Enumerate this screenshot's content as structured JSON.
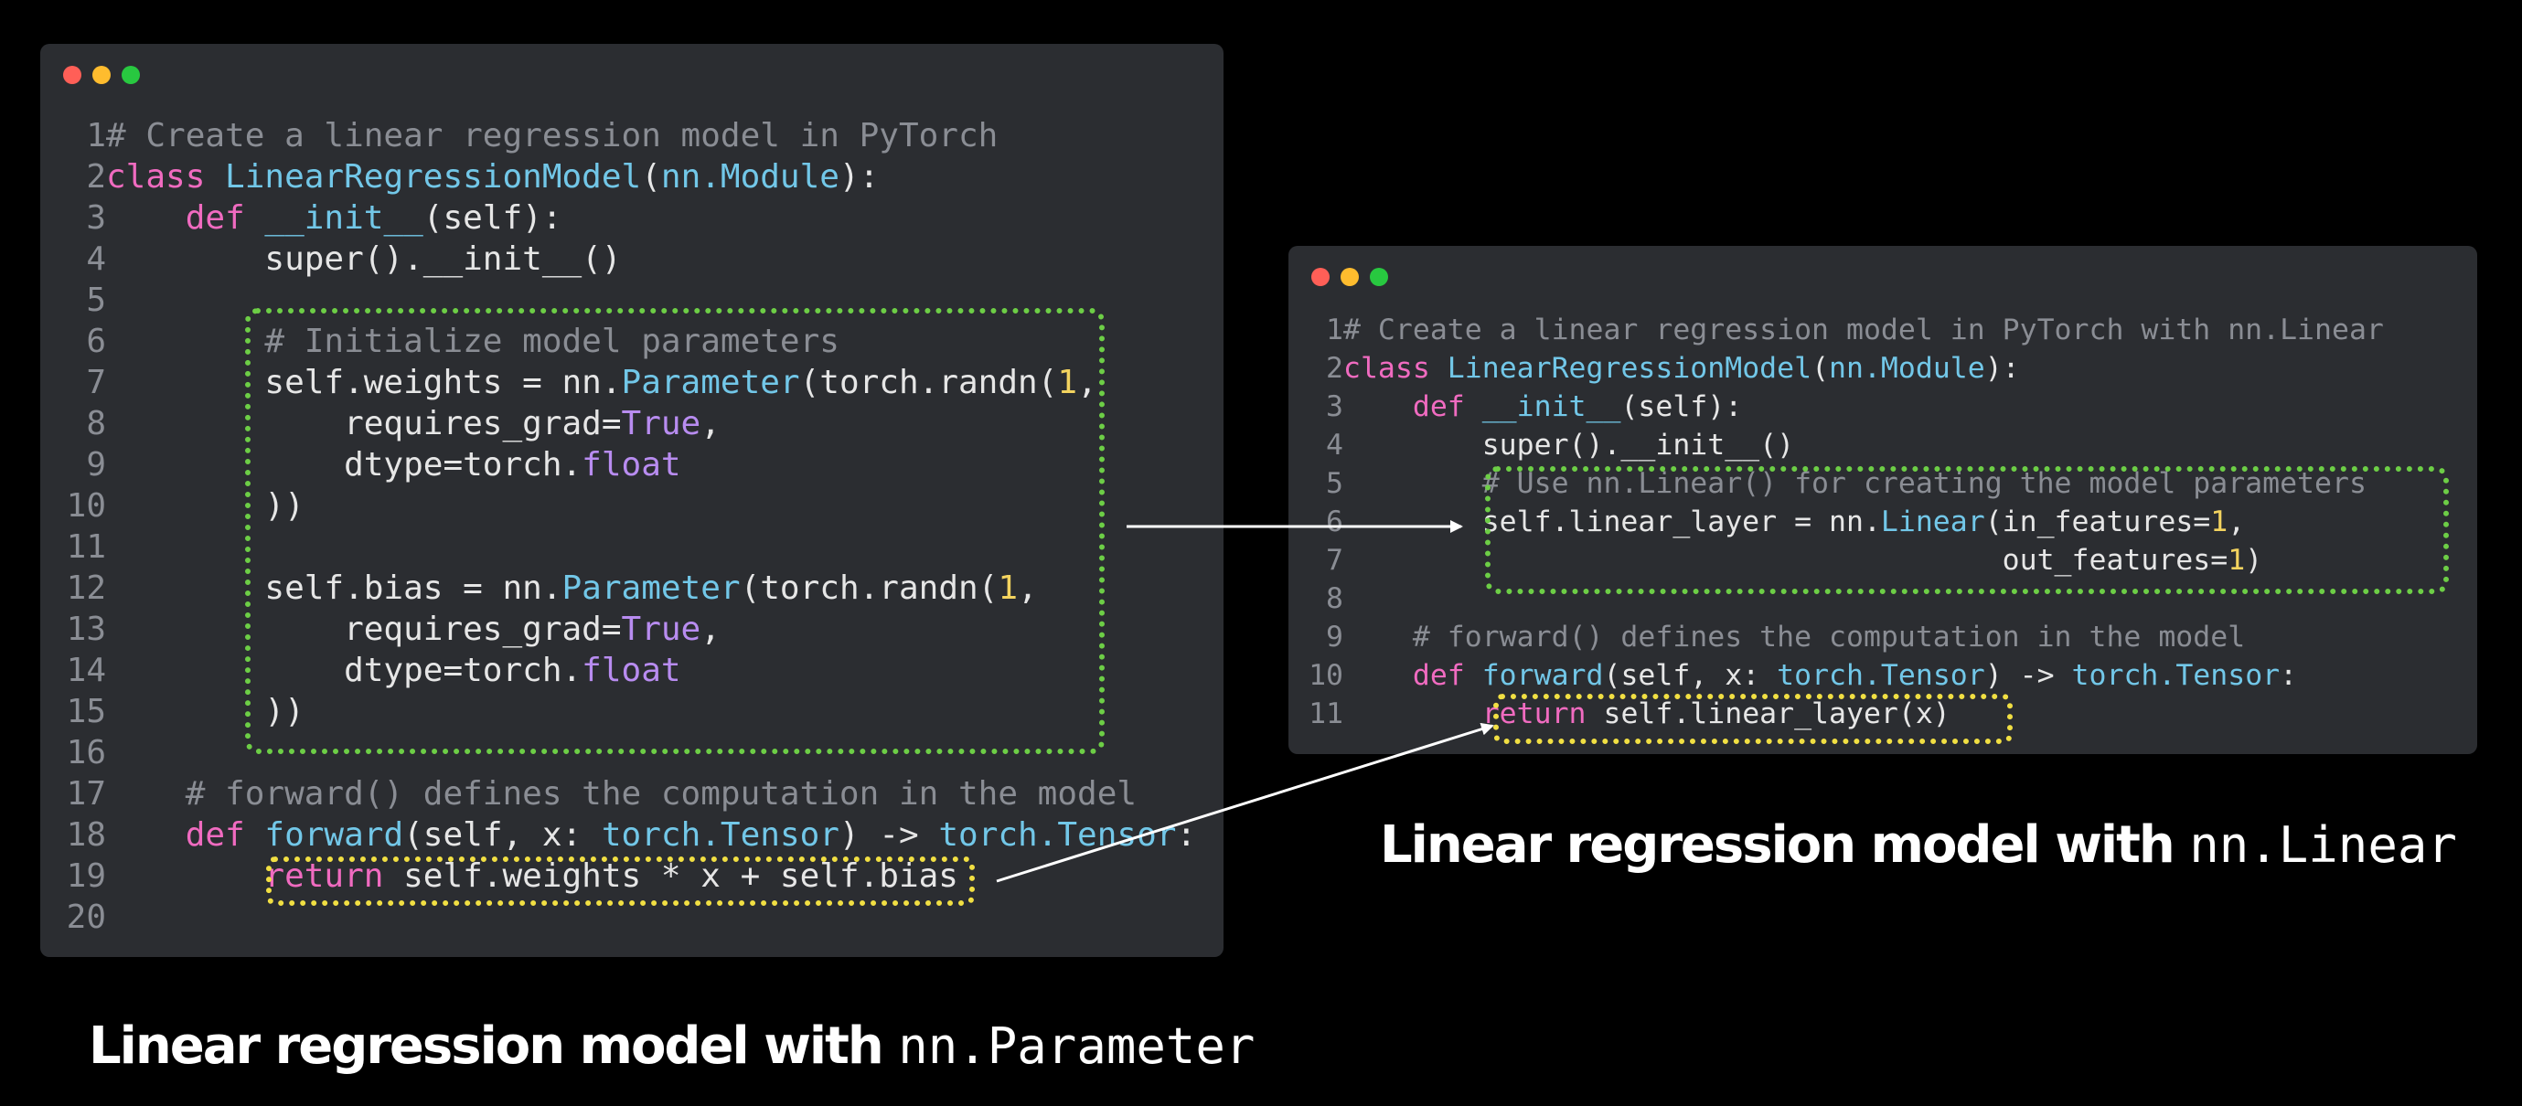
{
  "colors": {
    "background": "#000000",
    "window": "#2b2d31",
    "plain": "#e6e6e6",
    "comment": "#8a8d94",
    "keyword": "#f06bc0",
    "function": "#72c7e8",
    "number": "#f3d35f",
    "constant": "#b88cf0",
    "light_close": "#ff5f57",
    "light_min": "#febc2e",
    "light_max": "#28c840",
    "highlight_green": "#6dce46",
    "highlight_yellow": "#f1df43",
    "arrow": "#ffffff"
  },
  "left_window": {
    "traffic_lights": [
      "close-light",
      "minimize-light",
      "maximize-light"
    ],
    "lines": [
      {
        "n": "1",
        "tokens": [
          {
            "t": "# Create a linear regression model in PyTorch",
            "c": "comment"
          }
        ]
      },
      {
        "n": "2",
        "tokens": [
          {
            "t": "class ",
            "c": "keyword"
          },
          {
            "t": "LinearRegressionModel",
            "c": "function"
          },
          {
            "t": "(",
            "c": "plain"
          },
          {
            "t": "nn.Module",
            "c": "function"
          },
          {
            "t": "):",
            "c": "plain"
          }
        ]
      },
      {
        "n": "3",
        "tokens": [
          {
            "t": "    ",
            "c": "plain"
          },
          {
            "t": "def ",
            "c": "keyword"
          },
          {
            "t": "__init__",
            "c": "function"
          },
          {
            "t": "(self):",
            "c": "plain"
          }
        ]
      },
      {
        "n": "4",
        "tokens": [
          {
            "t": "        super().__init__()",
            "c": "plain"
          }
        ]
      },
      {
        "n": "5",
        "tokens": []
      },
      {
        "n": "6",
        "tokens": [
          {
            "t": "        # Initialize model parameters",
            "c": "comment"
          }
        ]
      },
      {
        "n": "7",
        "tokens": [
          {
            "t": "        self.weights = nn.",
            "c": "plain"
          },
          {
            "t": "Parameter",
            "c": "function"
          },
          {
            "t": "(torch.randn(",
            "c": "plain"
          },
          {
            "t": "1",
            "c": "number"
          },
          {
            "t": ",",
            "c": "plain"
          }
        ]
      },
      {
        "n": "8",
        "tokens": [
          {
            "t": "            requires_grad=",
            "c": "plain"
          },
          {
            "t": "True",
            "c": "constant"
          },
          {
            "t": ",",
            "c": "plain"
          }
        ]
      },
      {
        "n": "9",
        "tokens": [
          {
            "t": "            dtype=torch.",
            "c": "plain"
          },
          {
            "t": "float",
            "c": "constant"
          }
        ]
      },
      {
        "n": "10",
        "tokens": [
          {
            "t": "        ))",
            "c": "plain"
          }
        ]
      },
      {
        "n": "11",
        "tokens": []
      },
      {
        "n": "12",
        "tokens": [
          {
            "t": "        self.bias = nn.",
            "c": "plain"
          },
          {
            "t": "Parameter",
            "c": "function"
          },
          {
            "t": "(torch.randn(",
            "c": "plain"
          },
          {
            "t": "1",
            "c": "number"
          },
          {
            "t": ",",
            "c": "plain"
          }
        ]
      },
      {
        "n": "13",
        "tokens": [
          {
            "t": "            requires_grad=",
            "c": "plain"
          },
          {
            "t": "True",
            "c": "constant"
          },
          {
            "t": ",",
            "c": "plain"
          }
        ]
      },
      {
        "n": "14",
        "tokens": [
          {
            "t": "            dtype=torch.",
            "c": "plain"
          },
          {
            "t": "float",
            "c": "constant"
          }
        ]
      },
      {
        "n": "15",
        "tokens": [
          {
            "t": "        ))",
            "c": "plain"
          }
        ]
      },
      {
        "n": "16",
        "tokens": []
      },
      {
        "n": "17",
        "tokens": [
          {
            "t": "    # forward() defines the computation in the model",
            "c": "comment"
          }
        ]
      },
      {
        "n": "18",
        "tokens": [
          {
            "t": "    ",
            "c": "plain"
          },
          {
            "t": "def ",
            "c": "keyword"
          },
          {
            "t": "forward",
            "c": "function"
          },
          {
            "t": "(self, x: ",
            "c": "plain"
          },
          {
            "t": "torch.Tensor",
            "c": "function"
          },
          {
            "t": ") -> ",
            "c": "plain"
          },
          {
            "t": "torch.Tensor",
            "c": "function"
          },
          {
            "t": ":",
            "c": "plain"
          }
        ]
      },
      {
        "n": "19",
        "tokens": [
          {
            "t": "        ",
            "c": "plain"
          },
          {
            "t": "return ",
            "c": "keyword"
          },
          {
            "t": "self.weights * x + self.bias",
            "c": "plain"
          }
        ]
      },
      {
        "n": "20",
        "tokens": []
      }
    ]
  },
  "right_window": {
    "traffic_lights": [
      "close-light",
      "minimize-light",
      "maximize-light"
    ],
    "lines": [
      {
        "n": "1",
        "tokens": [
          {
            "t": "# Create a linear regression model in PyTorch with nn.Linear",
            "c": "comment"
          }
        ]
      },
      {
        "n": "2",
        "tokens": [
          {
            "t": "class ",
            "c": "keyword"
          },
          {
            "t": "LinearRegressionModel",
            "c": "function"
          },
          {
            "t": "(",
            "c": "plain"
          },
          {
            "t": "nn.Module",
            "c": "function"
          },
          {
            "t": "):",
            "c": "plain"
          }
        ]
      },
      {
        "n": "3",
        "tokens": [
          {
            "t": "    ",
            "c": "plain"
          },
          {
            "t": "def ",
            "c": "keyword"
          },
          {
            "t": "__init__",
            "c": "function"
          },
          {
            "t": "(self):",
            "c": "plain"
          }
        ]
      },
      {
        "n": "4",
        "tokens": [
          {
            "t": "        super().__init__()",
            "c": "plain"
          }
        ]
      },
      {
        "n": "5",
        "tokens": [
          {
            "t": "        # Use nn.Linear() for creating the model parameters",
            "c": "comment"
          }
        ]
      },
      {
        "n": "6",
        "tokens": [
          {
            "t": "        self.linear_layer = nn.",
            "c": "plain"
          },
          {
            "t": "Linear",
            "c": "function"
          },
          {
            "t": "(in_features=",
            "c": "plain"
          },
          {
            "t": "1",
            "c": "number"
          },
          {
            "t": ",",
            "c": "plain"
          }
        ]
      },
      {
        "n": "7",
        "tokens": [
          {
            "t": "                                      out_features=",
            "c": "plain"
          },
          {
            "t": "1",
            "c": "number"
          },
          {
            "t": ")",
            "c": "plain"
          }
        ]
      },
      {
        "n": "8",
        "tokens": []
      },
      {
        "n": "9",
        "tokens": [
          {
            "t": "    # forward() defines the computation in the model",
            "c": "comment"
          }
        ]
      },
      {
        "n": "10",
        "tokens": [
          {
            "t": "    ",
            "c": "plain"
          },
          {
            "t": "def ",
            "c": "keyword"
          },
          {
            "t": "forward",
            "c": "function"
          },
          {
            "t": "(self, x: ",
            "c": "plain"
          },
          {
            "t": "torch.Tensor",
            "c": "function"
          },
          {
            "t": ") -> ",
            "c": "plain"
          },
          {
            "t": "torch.Tensor",
            "c": "function"
          },
          {
            "t": ":",
            "c": "plain"
          }
        ]
      },
      {
        "n": "11",
        "tokens": [
          {
            "t": "        ",
            "c": "plain"
          },
          {
            "t": "return ",
            "c": "keyword"
          },
          {
            "t": "self.linear_layer(x)",
            "c": "plain"
          }
        ]
      }
    ]
  },
  "captions": {
    "left_bold": "Linear regression model with ",
    "left_code": "nn.Parameter",
    "right_bold": "Linear regression model with ",
    "right_code": "nn.Linear"
  }
}
